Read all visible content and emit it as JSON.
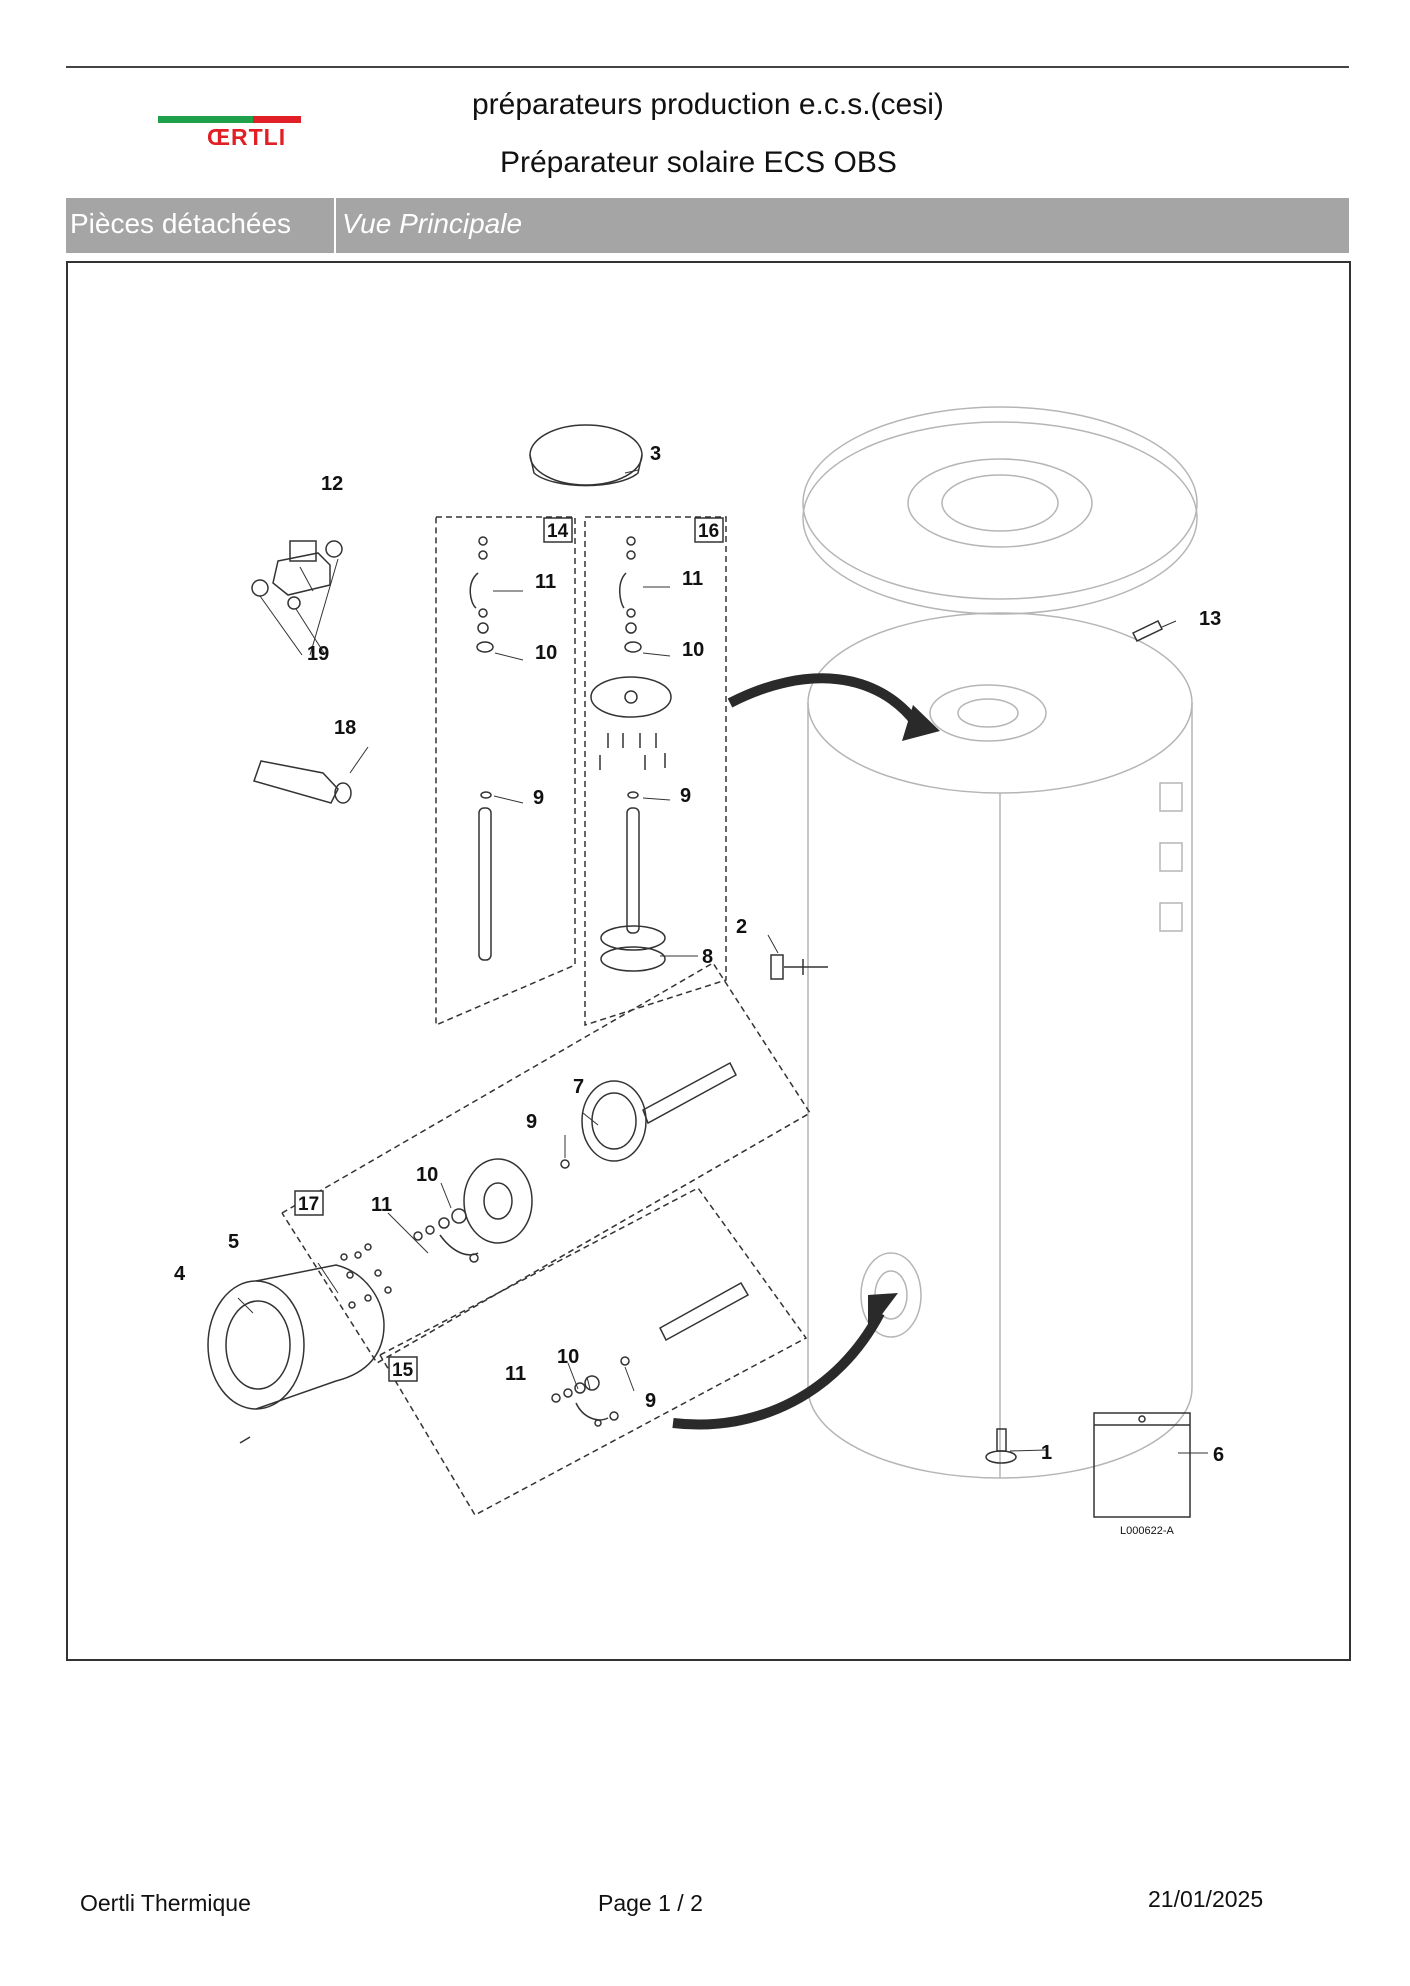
{
  "header": {
    "logo_text": "ŒRTLI",
    "title_line1": "préparateurs production e.c.s.(cesi)",
    "title_line2": "Préparateur solaire ECS OBS"
  },
  "section_bar": {
    "category": "Pièces détachées",
    "view": "Vue Principale"
  },
  "diagram": {
    "callouts": [
      "1",
      "2",
      "3",
      "4",
      "5",
      "6",
      "7",
      "8",
      "9",
      "9",
      "9",
      "9",
      "10",
      "10",
      "10",
      "10",
      "11",
      "11",
      "11",
      "11",
      "12",
      "13",
      "14",
      "15",
      "16",
      "17",
      "18",
      "19"
    ],
    "reference": "L000622-A",
    "line_color": "#333333",
    "tank_color": "#b5b5b5",
    "arrow_color": "#2a2a2a"
  },
  "footer": {
    "company": "Oertli Thermique",
    "page": "Page   1  /  2",
    "date": "21/01/2025"
  }
}
